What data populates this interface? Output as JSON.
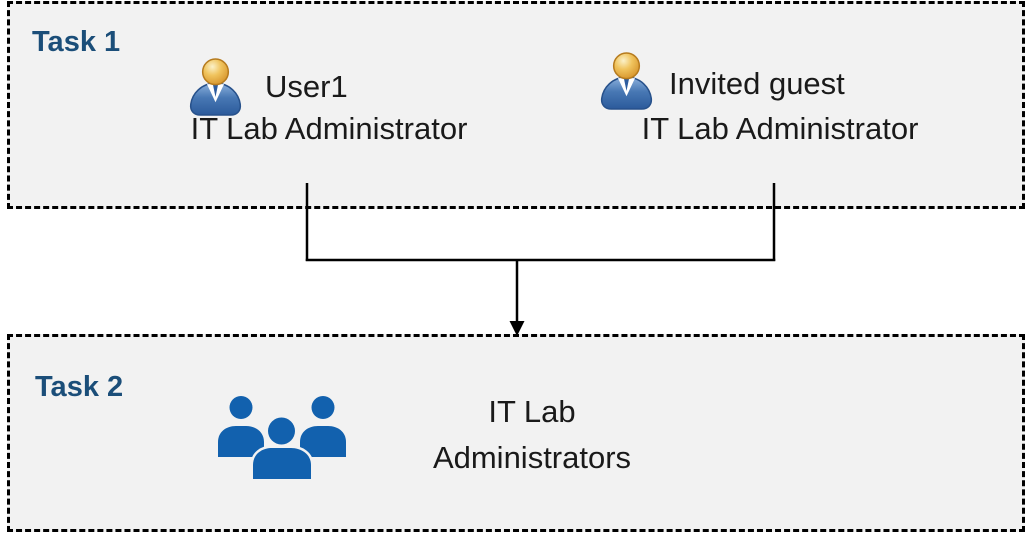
{
  "diagram": {
    "task1": {
      "label": "Task 1",
      "users": [
        {
          "name": "User1",
          "role": "IT Lab Administrator",
          "icon": "person-icon"
        },
        {
          "name": "Invited guest",
          "role": "IT Lab Administrator",
          "icon": "person-icon"
        }
      ]
    },
    "task2": {
      "label": "Task 2",
      "group": {
        "icon": "people-group-icon",
        "name_line1": "IT Lab",
        "name_line2": "Administrators"
      }
    },
    "connector": {
      "description": "merge-arrow from both Task 1 users down into Task 2 group"
    },
    "colors": {
      "task_label": "#1b4e79",
      "box_fill": "#f2f2f2",
      "box_border": "#000000",
      "text": "#1a1a1a",
      "group_icon_blue": "#1261ae",
      "person_body_blue": "#2d5c9e",
      "person_head_gold": "#e2a233",
      "connector": "#000000"
    }
  }
}
